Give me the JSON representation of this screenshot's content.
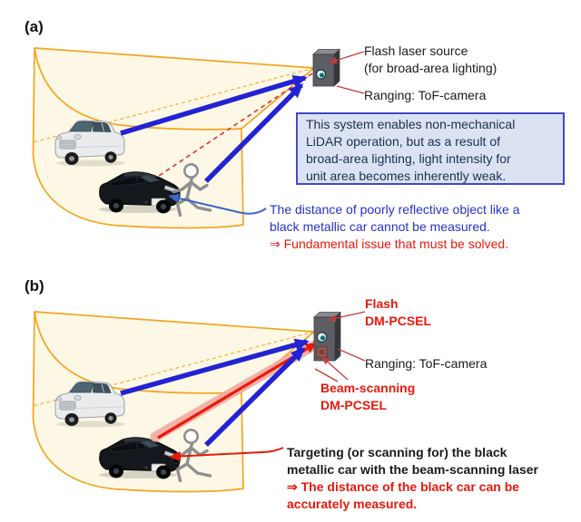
{
  "panel_a": {
    "label": "(a)",
    "device_labels": {
      "flash_line1": "Flash laser source",
      "flash_line2": "(for broad-area lighting)",
      "ranging": "Ranging: ToF-camera"
    },
    "info_box": {
      "lines": [
        "This system enables non-mechanical",
        "LiDAR operation, but as a result of",
        "broad-area lighting, light intensity for",
        "unit area becomes inherently weak."
      ]
    },
    "note": {
      "blue_line1": "The distance of poorly reflective object like a",
      "blue_line2": "black metallic car cannot be measured.",
      "red_line": "⇒ Fundamental issue that must be solved."
    }
  },
  "panel_b": {
    "label": "(b)",
    "device_labels": {
      "flash_line1": "Flash",
      "flash_line2": "DM-PCSEL",
      "ranging": "Ranging: ToF-camera",
      "beam_line1": "Beam-scanning",
      "beam_line2": "DM-PCSEL"
    },
    "note": {
      "black_line1": "Targeting (or scanning for) the black",
      "black_line2": "metallic car with the beam-scanning laser",
      "red_line1": "⇒ The distance of the black car can be",
      "red_line2": "accurately measured."
    }
  },
  "icons": {
    "field_of_view_cone": "orange wireframe cone sector with cream fill",
    "silver_car": "light silver boxy compact car",
    "black_car": "black metallic crossover car",
    "pedestrian": "running stick figure",
    "tof_camera_device": "dark gray box with teal camera lens",
    "beam_emitter": "red-brown emitter square on device"
  },
  "colors": {
    "accent_orange": "#f4a41e",
    "cone_fill": "#fdf8e6",
    "arrow_blue": "#2323d3",
    "thin_blue": "#3e68c4",
    "beam_red": "#e8190c",
    "beam_glow": "#f2a8a0",
    "dashed_red": "#e23030",
    "note_blue": "#2531c8",
    "note_red": "#e8190c",
    "red_label": "#e8190c",
    "info_fill": "#dbe3f3",
    "info_border": "#4348c8",
    "info_text": "#203050",
    "black_text": "#1a1a1a",
    "connector_red": "#c23b3b",
    "device_gray": "#5c5e64",
    "lens_teal": "#bfe6ec"
  }
}
